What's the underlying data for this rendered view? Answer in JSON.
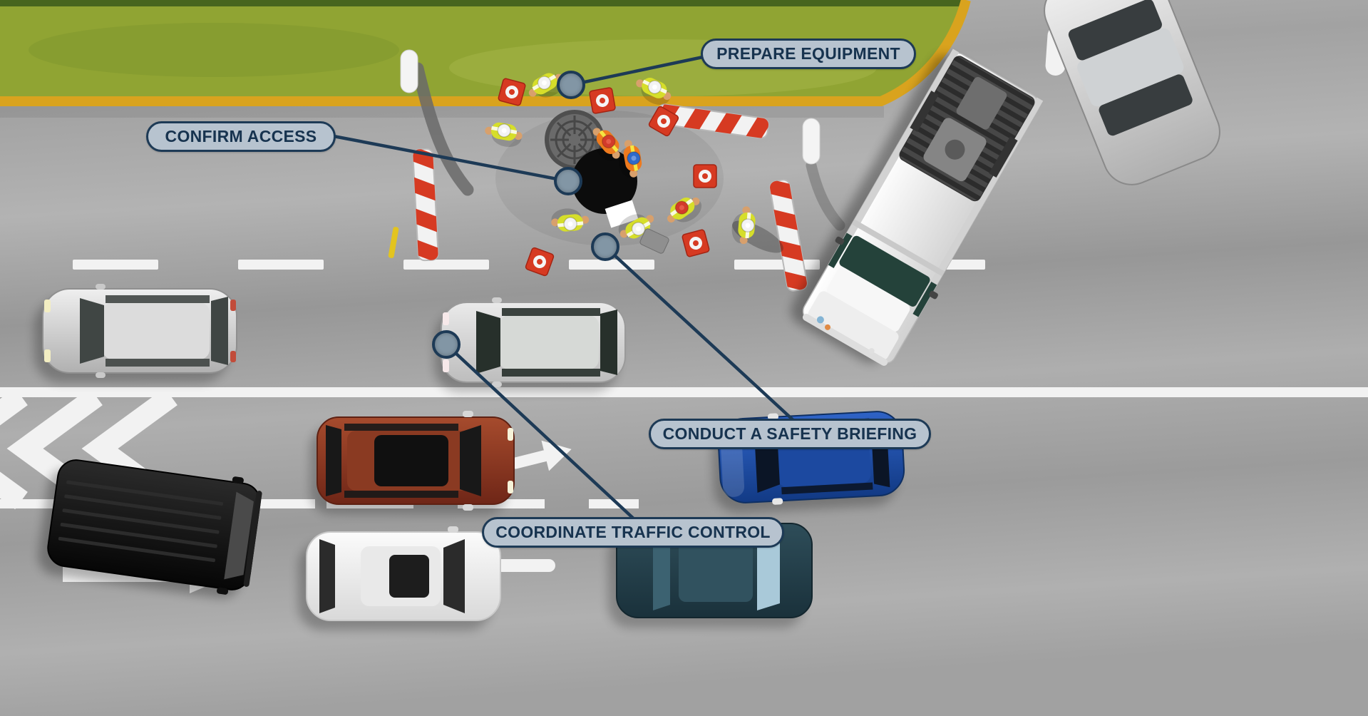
{
  "callouts": [
    {
      "id": "prepare-equipment",
      "label": "PREPARE EQUIPMENT"
    },
    {
      "id": "confirm-access",
      "label": "CONFIRM ACCESS"
    },
    {
      "id": "conduct-a-safety-briefing",
      "label": "CONDUCT A SAFETY BRIEFING"
    },
    {
      "id": "coordinate-traffic-control",
      "label": "COORDINATE TRAFFIC CONTROL"
    }
  ],
  "colors": {
    "callout_fill": "#b7c3cf",
    "callout_border": "#1d3a56",
    "callout_text": "#17334f",
    "connector_line": "#1d3a56",
    "hotspot_fill": "#8296a5",
    "grass_green": "#90a433",
    "curb_yellow": "#d9a31e",
    "road_gray": "#a5a5a5",
    "cone_red": "#d63a22",
    "vest_yellow": "#d6de2a",
    "vest_orange": "#ee7a1e"
  }
}
